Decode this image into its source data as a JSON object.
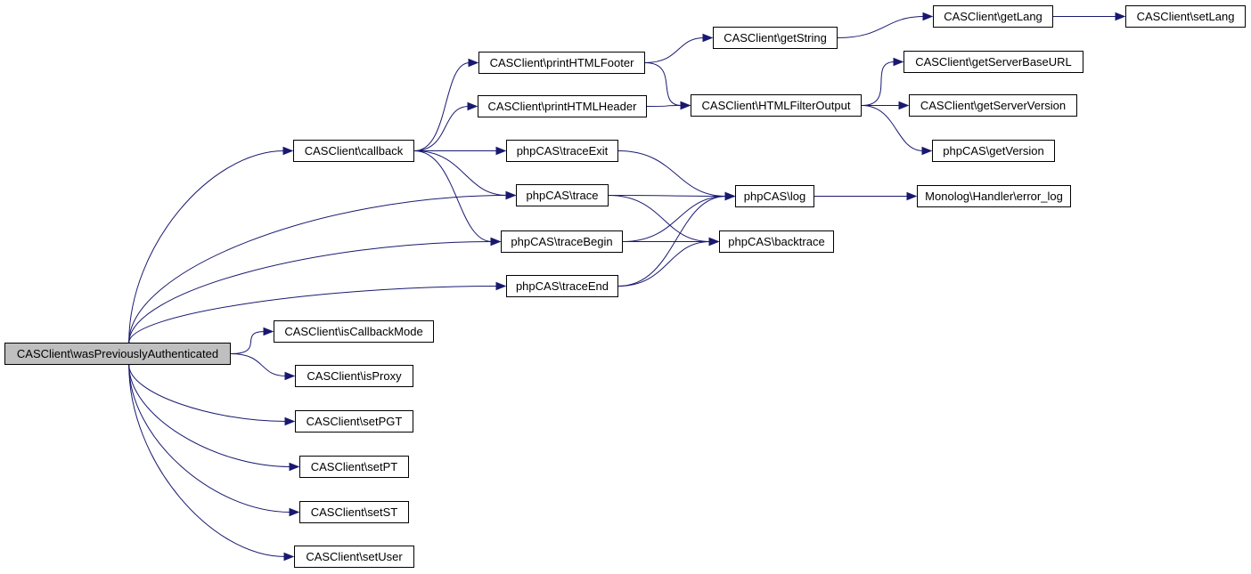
{
  "graph": {
    "edge_color": "#191970",
    "root_fill": "#bfbfbf",
    "nodes": [
      {
        "id": "root",
        "label": "CASClient\\wasPreviouslyAuthenticated"
      },
      {
        "id": "callback",
        "label": "CASClient\\callback"
      },
      {
        "id": "printHTMLFooter",
        "label": "CASClient\\printHTMLFooter"
      },
      {
        "id": "printHTMLHeader",
        "label": "CASClient\\printHTMLHeader"
      },
      {
        "id": "getString",
        "label": "CASClient\\getString"
      },
      {
        "id": "getLang",
        "label": "CASClient\\getLang"
      },
      {
        "id": "setLang",
        "label": "CASClient\\setLang"
      },
      {
        "id": "HTMLFilterOutput",
        "label": "CASClient\\HTMLFilterOutput"
      },
      {
        "id": "getServerBaseURL",
        "label": "CASClient\\getServerBaseURL"
      },
      {
        "id": "getServerVersion",
        "label": "CASClient\\getServerVersion"
      },
      {
        "id": "getVersion",
        "label": "phpCAS\\getVersion"
      },
      {
        "id": "traceExit",
        "label": "phpCAS\\traceExit"
      },
      {
        "id": "trace",
        "label": "phpCAS\\trace"
      },
      {
        "id": "traceBegin",
        "label": "phpCAS\\traceBegin"
      },
      {
        "id": "traceEnd",
        "label": "phpCAS\\traceEnd"
      },
      {
        "id": "log",
        "label": "phpCAS\\log"
      },
      {
        "id": "backtrace",
        "label": "phpCAS\\backtrace"
      },
      {
        "id": "error_log",
        "label": "Monolog\\Handler\\error_log"
      },
      {
        "id": "isCallbackMode",
        "label": "CASClient\\isCallbackMode"
      },
      {
        "id": "isProxy",
        "label": "CASClient\\isProxy"
      },
      {
        "id": "setPGT",
        "label": "CASClient\\setPGT"
      },
      {
        "id": "setPT",
        "label": "CASClient\\setPT"
      },
      {
        "id": "setST",
        "label": "CASClient\\setST"
      },
      {
        "id": "setUser",
        "label": "CASClient\\setUser"
      }
    ],
    "edges": [
      {
        "from": "root",
        "to": "callback"
      },
      {
        "from": "root",
        "to": "trace"
      },
      {
        "from": "root",
        "to": "traceBegin"
      },
      {
        "from": "root",
        "to": "traceEnd"
      },
      {
        "from": "root",
        "to": "isCallbackMode"
      },
      {
        "from": "root",
        "to": "isProxy"
      },
      {
        "from": "root",
        "to": "setPGT"
      },
      {
        "from": "root",
        "to": "setPT"
      },
      {
        "from": "root",
        "to": "setST"
      },
      {
        "from": "root",
        "to": "setUser"
      },
      {
        "from": "callback",
        "to": "printHTMLFooter"
      },
      {
        "from": "callback",
        "to": "printHTMLHeader"
      },
      {
        "from": "callback",
        "to": "traceExit"
      },
      {
        "from": "callback",
        "to": "trace"
      },
      {
        "from": "callback",
        "to": "traceBegin"
      },
      {
        "from": "printHTMLFooter",
        "to": "getString"
      },
      {
        "from": "printHTMLFooter",
        "to": "HTMLFilterOutput"
      },
      {
        "from": "printHTMLHeader",
        "to": "HTMLFilterOutput"
      },
      {
        "from": "getString",
        "to": "getLang"
      },
      {
        "from": "getLang",
        "to": "setLang"
      },
      {
        "from": "HTMLFilterOutput",
        "to": "getServerBaseURL"
      },
      {
        "from": "HTMLFilterOutput",
        "to": "getServerVersion"
      },
      {
        "from": "HTMLFilterOutput",
        "to": "getVersion"
      },
      {
        "from": "traceExit",
        "to": "log"
      },
      {
        "from": "trace",
        "to": "log"
      },
      {
        "from": "trace",
        "to": "backtrace"
      },
      {
        "from": "traceBegin",
        "to": "log"
      },
      {
        "from": "traceBegin",
        "to": "backtrace"
      },
      {
        "from": "traceEnd",
        "to": "log"
      },
      {
        "from": "traceEnd",
        "to": "backtrace"
      },
      {
        "from": "log",
        "to": "error_log"
      }
    ]
  }
}
